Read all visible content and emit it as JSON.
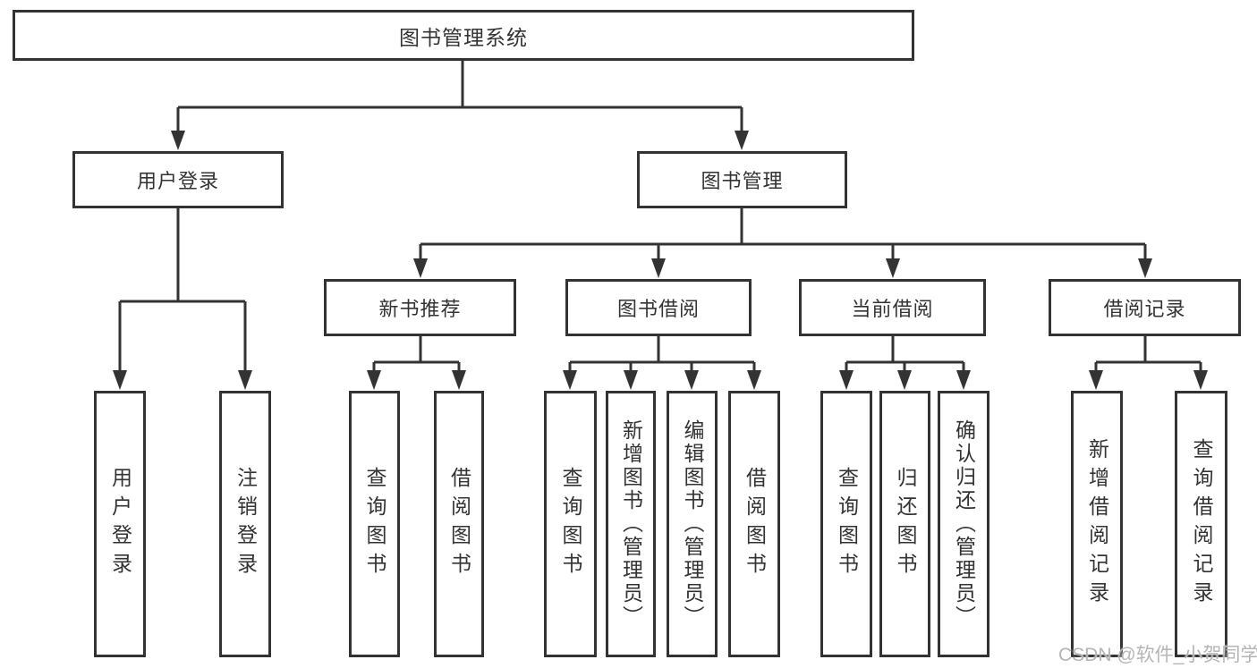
{
  "tree": {
    "label": "图书管理系统",
    "children": [
      {
        "label": "用户登录",
        "children": [
          {
            "label": "用户登录"
          },
          {
            "label": "注销登录"
          }
        ]
      },
      {
        "label": "图书管理",
        "children": [
          {
            "label": "新书推荐",
            "children": [
              {
                "label": "查询图书"
              },
              {
                "label": "借阅图书"
              }
            ]
          },
          {
            "label": "图书借阅",
            "children": [
              {
                "label": "查询图书"
              },
              {
                "label": "新增图书（管理员）"
              },
              {
                "label": "编辑图书（管理员）"
              },
              {
                "label": "借阅图书"
              }
            ]
          },
          {
            "label": "当前借阅",
            "children": [
              {
                "label": "查询图书"
              },
              {
                "label": "归还图书"
              },
              {
                "label": "确认归还（管理员）"
              }
            ]
          },
          {
            "label": "借阅记录",
            "children": [
              {
                "label": "新增借阅记录"
              },
              {
                "label": "查询借阅记录"
              }
            ]
          }
        ]
      }
    ]
  },
  "watermark": {
    "text": "CSDN @软件_小贺同学",
    "color": "#b5b5b5"
  },
  "colors": {
    "line": "#333333",
    "box_border": "#333333",
    "box_fill": "#ffffff",
    "text": "#333333",
    "background": "#ffffff"
  }
}
